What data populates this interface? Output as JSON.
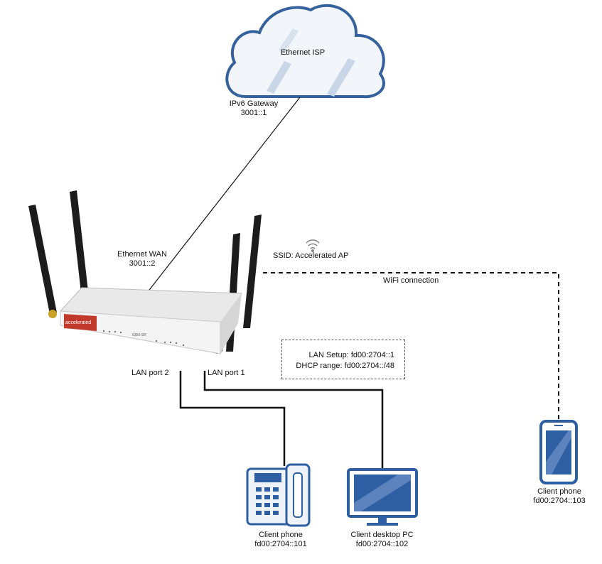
{
  "cloud": {
    "label": "Ethernet ISP"
  },
  "gateway": {
    "title": "IPv6 Gateway",
    "address": "3001::1"
  },
  "wan": {
    "title": "Ethernet WAN",
    "address": "3001::2"
  },
  "wifi": {
    "ssid_label": "SSID:  Accelerated AP",
    "connection_label": "WiFi connection"
  },
  "lan_setup": {
    "setup": "LAN Setup:  fd00:2704::1",
    "dhcp": "DHCP range: fd00:2704::/48"
  },
  "ports": {
    "port1": "LAN port 1",
    "port2": "LAN port 2"
  },
  "router": {
    "brand": "accelerated",
    "model": "6350-SR"
  },
  "devices": [
    {
      "name": "Client phone",
      "address": "fd00:2704::101"
    },
    {
      "name": "Client desktop PC",
      "address": "fd00:2704::102"
    },
    {
      "name": "Client phone",
      "address": "fd00:2704::103"
    }
  ],
  "colors": {
    "device_blue": "#2e5fa3",
    "cloud_outline": "#35619c",
    "router_red": "#c0392b"
  }
}
